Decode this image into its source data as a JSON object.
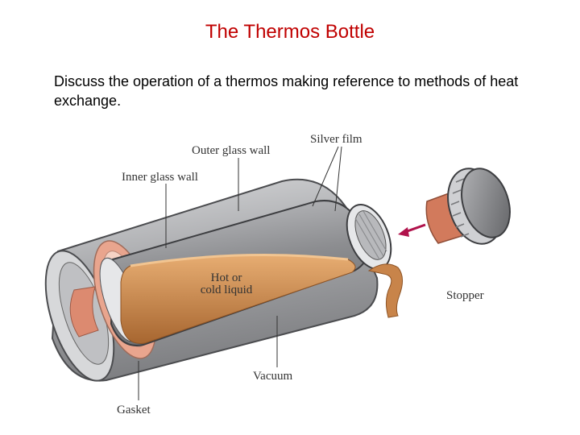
{
  "slide": {
    "title": "The Thermos Bottle",
    "prompt": "Discuss the operation of a thermos making reference to methods of heat exchange."
  },
  "diagram": {
    "labels": {
      "outer_glass_wall": "Outer glass wall",
      "inner_glass_wall": "Inner glass wall",
      "silver_film": "Silver film",
      "liquid_line1": "Hot or",
      "liquid_line2": "cold liquid",
      "stopper": "Stopper",
      "vacuum": "Vacuum",
      "gasket": "Gasket"
    },
    "colors": {
      "title": "#c00000",
      "liquid": "#c8844a",
      "outer_body": "#a7a8ab",
      "inner_vessel": "#8b8c8f",
      "gasket": "#e9a58e",
      "stopper_cork": "#d27a5c",
      "cap": "#7f8184",
      "arrow": "#b0124b"
    }
  }
}
